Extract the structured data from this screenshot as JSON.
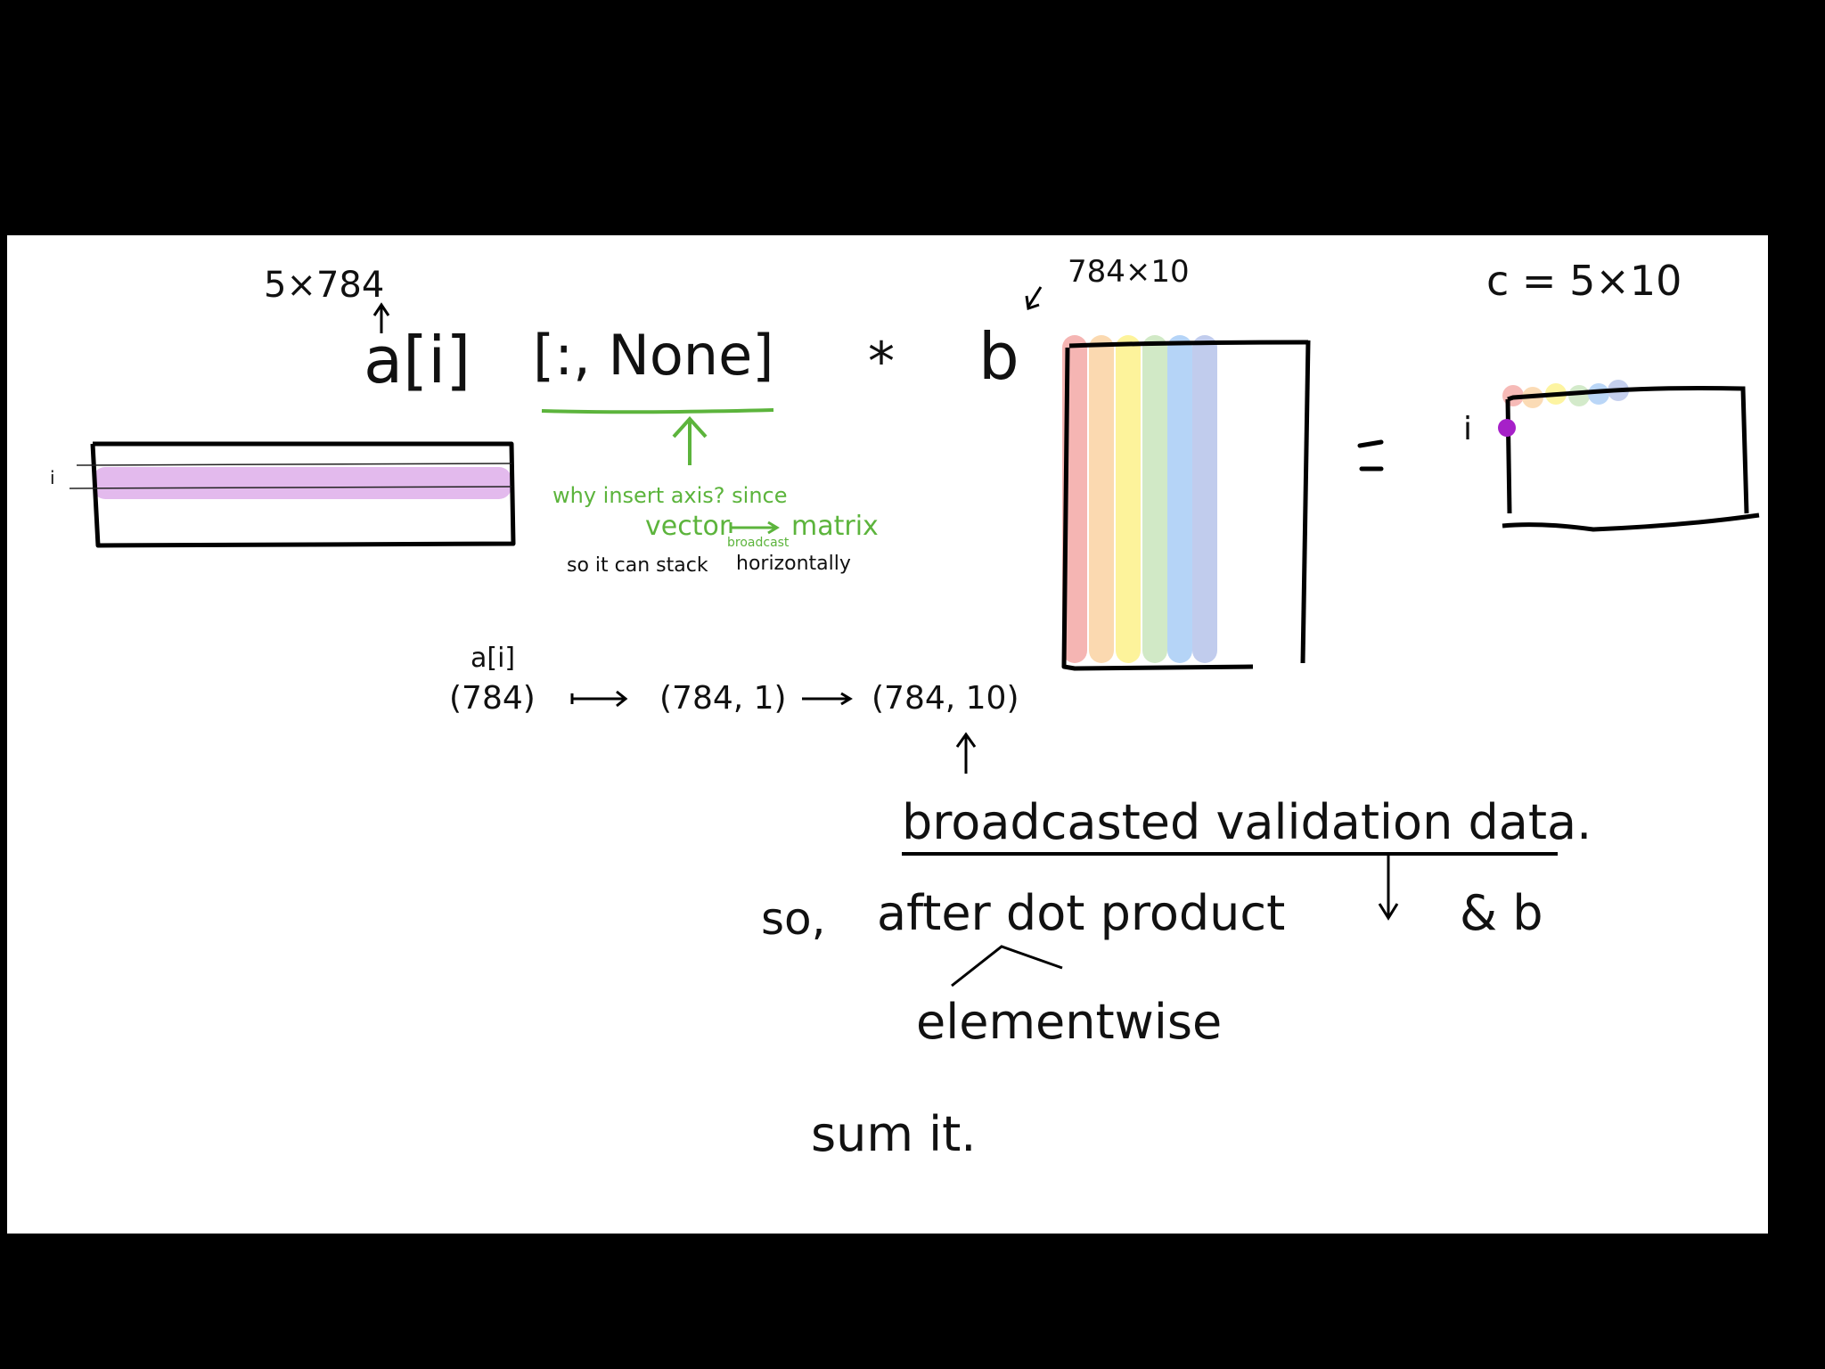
{
  "canvas": {
    "background": "#ffffff",
    "frame_color": "#000000"
  },
  "expression": {
    "a_shape": "5×784",
    "a_term": "a[i]",
    "index_term": "[:, None]",
    "operator": "*",
    "b_term": "b",
    "b_shape": "784×10",
    "equals": "=",
    "result_label": "c = 5×10"
  },
  "matrix_a": {
    "row_label": "i",
    "highlight_color": "#e2b6ec"
  },
  "matrix_b": {
    "column_colors": [
      "#f4a9a6",
      "#fbd3a3",
      "#fdf28a",
      "#c9e6bd",
      "#a9cdf6",
      "#b7c4ea"
    ]
  },
  "matrix_c": {
    "row_label": "i",
    "marker_color": "#a620c8",
    "top_colors": [
      "#f4a9a6",
      "#fbd3a3",
      "#fdf28a",
      "#c9e6bd",
      "#a9cdf6",
      "#b7c4ea"
    ]
  },
  "green_note": {
    "color": "#5cb43c",
    "question": "why insert axis? since",
    "vector": "vector",
    "matrix": "matrix",
    "arrow_label": "broadcast",
    "line1_black": "so it can stack",
    "line2_black": "horizontally"
  },
  "shape_flow": {
    "label": "a[i]",
    "steps": [
      "(784)",
      "(784, 1)",
      "(784, 10)"
    ]
  },
  "notes": {
    "broadcast": "broadcasted validation data.",
    "so": "so,",
    "after_dot_product": "after dot product",
    "and_b": "& b",
    "elementwise": "elementwise",
    "sum_it": "sum it."
  }
}
